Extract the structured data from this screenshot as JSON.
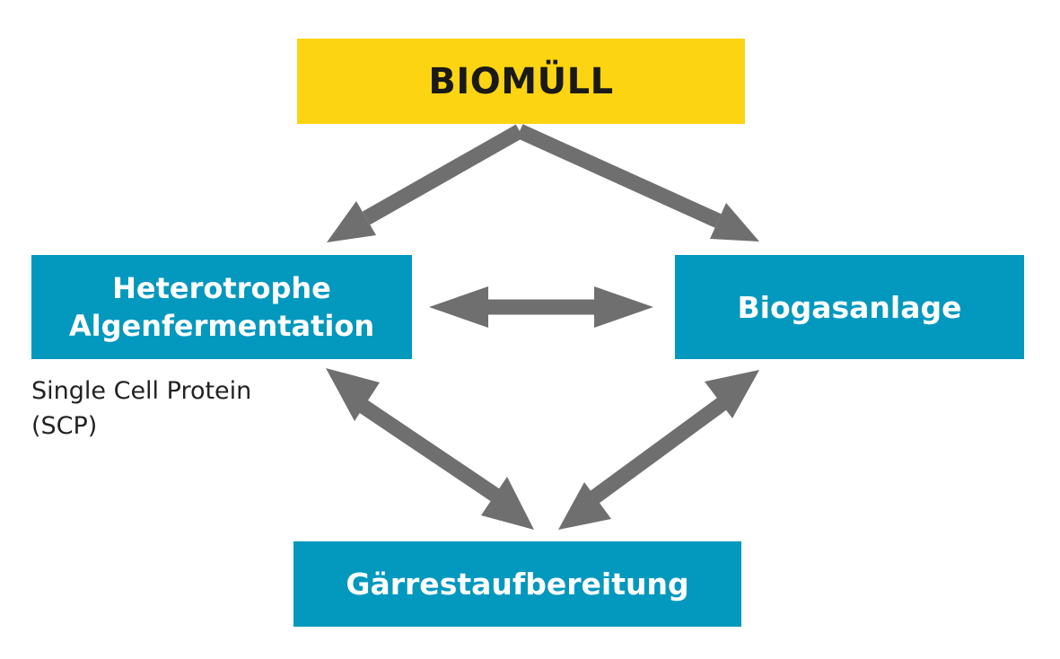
{
  "colors": {
    "primary_box": "#FCD412",
    "secondary_box": "#0398BE",
    "primary_text": "#1a1a1a",
    "secondary_text": "#ffffff",
    "arrow": "#6f6f6f"
  },
  "nodes": {
    "biomuell": {
      "label": "BIOMÜLL"
    },
    "algen": {
      "line1": "Heterotrophe",
      "line2": "Algenfermentation"
    },
    "biogas": {
      "label": "Biogasanlage"
    },
    "gaerrest": {
      "label": "Gärrestaufbereitung"
    }
  },
  "annotation": {
    "line1": "Single Cell Protein",
    "line2": "(SCP)"
  },
  "edges": [
    {
      "from": "biomuell",
      "to": "algen",
      "direction": "one-way"
    },
    {
      "from": "biomuell",
      "to": "biogas",
      "direction": "one-way"
    },
    {
      "from": "algen",
      "to": "biogas",
      "direction": "two-way"
    },
    {
      "from": "algen",
      "to": "gaerrest",
      "direction": "two-way"
    },
    {
      "from": "biogas",
      "to": "gaerrest",
      "direction": "two-way"
    }
  ]
}
